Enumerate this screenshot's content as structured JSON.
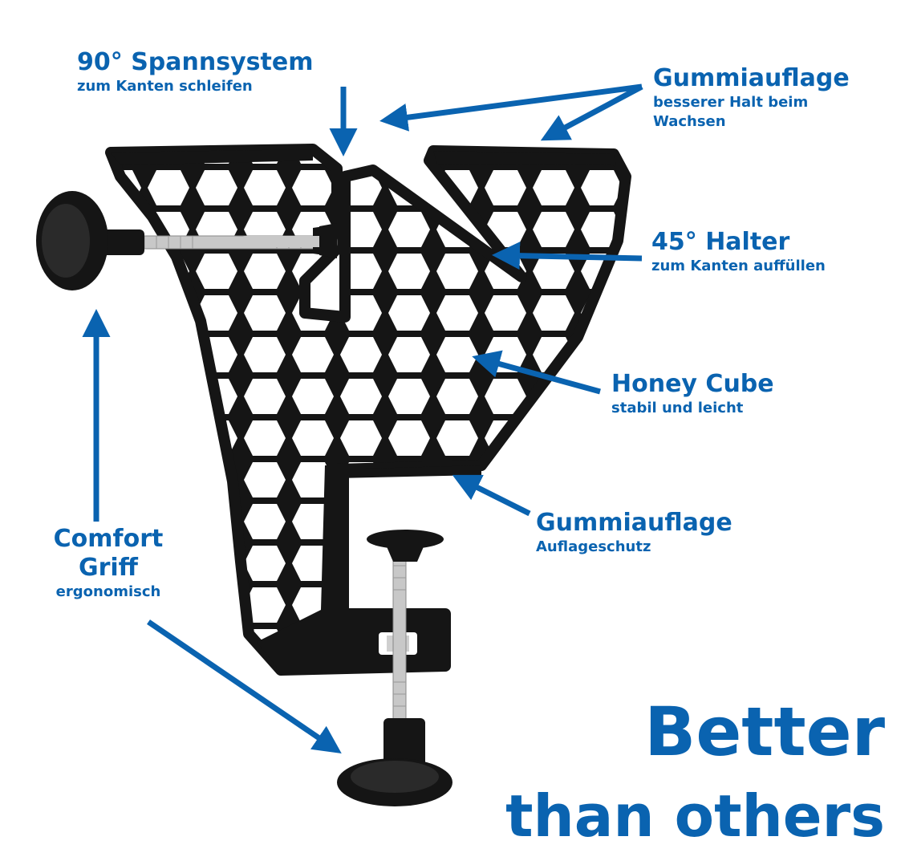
{
  "colors": {
    "accent_blue": "#0a63b0",
    "product_black": "#151515",
    "metal": "#c8c8c8",
    "background": "#ffffff"
  },
  "callouts": {
    "spanner": {
      "title": "90° Spannsystem",
      "subtitle": "zum Kanten schleifen"
    },
    "rubber_top": {
      "title": "Gummiauflage",
      "subtitle_line1": "besserer Halt beim",
      "subtitle_line2": "Wachsen"
    },
    "holder_45": {
      "title": "45° Halter",
      "subtitle": "zum Kanten auffüllen"
    },
    "honey_cube": {
      "title": "Honey Cube",
      "subtitle": "stabil und leicht"
    },
    "rubber_bottom": {
      "title": "Gummiauflage",
      "subtitle": "Auflageschutz"
    },
    "comfort_grip": {
      "title_line1": "Comfort",
      "title_line2": "Griff",
      "subtitle": "ergonomisch"
    }
  },
  "headline": {
    "line1": "Better",
    "line2": "than others"
  },
  "icons": [
    "knob-icon",
    "arrow-icon",
    "honeycomb-pattern"
  ]
}
